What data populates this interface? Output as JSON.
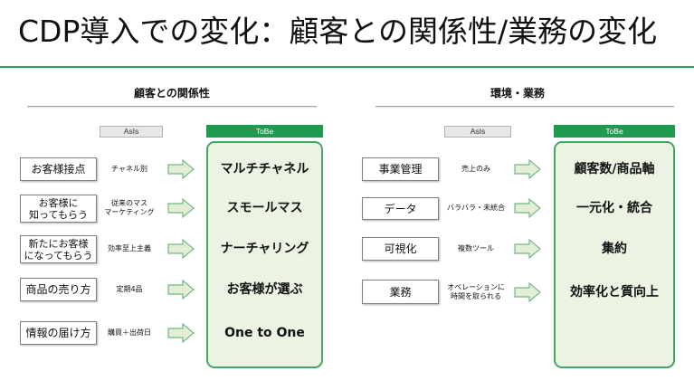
{
  "title": "CDP導入での変化：顧客との関係性/業務の変化",
  "colors": {
    "accent": "#1e9b50",
    "title_rule": "#2f9e5c",
    "tobe_fill": "#ebf4e2",
    "tobe_border": "#45a663",
    "arrow_fill": "#e2efd6",
    "arrow_stroke": "#74b982",
    "asis_tag_fill": "#e7e7e7"
  },
  "arrow_icon": "right-arrow",
  "left": {
    "heading": "顧客との関係性",
    "asis_label": "AsIs",
    "tobe_label": "ToBe",
    "rows": [
      {
        "item": "お客様接点",
        "asis": "チャネル別",
        "tobe": "マルチチャネル"
      },
      {
        "item": "お客様に\n知ってもらう",
        "asis": "従来のマス\nマーケティング",
        "tobe": "スモールマス"
      },
      {
        "item": "新たにお客様\nになってもらう",
        "asis": "効率至上主義",
        "tobe": "ナーチャリング"
      },
      {
        "item": "商品の売り方",
        "asis": "定期4品",
        "tobe": "お客様が選ぶ"
      },
      {
        "item": "情報の届け方",
        "asis": "購買＋出荷日",
        "tobe": "One to One"
      }
    ]
  },
  "right": {
    "heading": "環境・業務",
    "asis_label": "AsIs",
    "tobe_label": "ToBe",
    "rows": [
      {
        "item": "事業管理",
        "asis": "売上のみ",
        "tobe": "顧客数/商品軸"
      },
      {
        "item": "データ",
        "asis": "バラバラ・未統合",
        "tobe": "一元化・統合"
      },
      {
        "item": "可視化",
        "asis": "複数ツール",
        "tobe": "集約"
      },
      {
        "item": "業務",
        "asis": "オペレーションに\n時間を取られる",
        "tobe": "効率化と質向上"
      }
    ]
  }
}
